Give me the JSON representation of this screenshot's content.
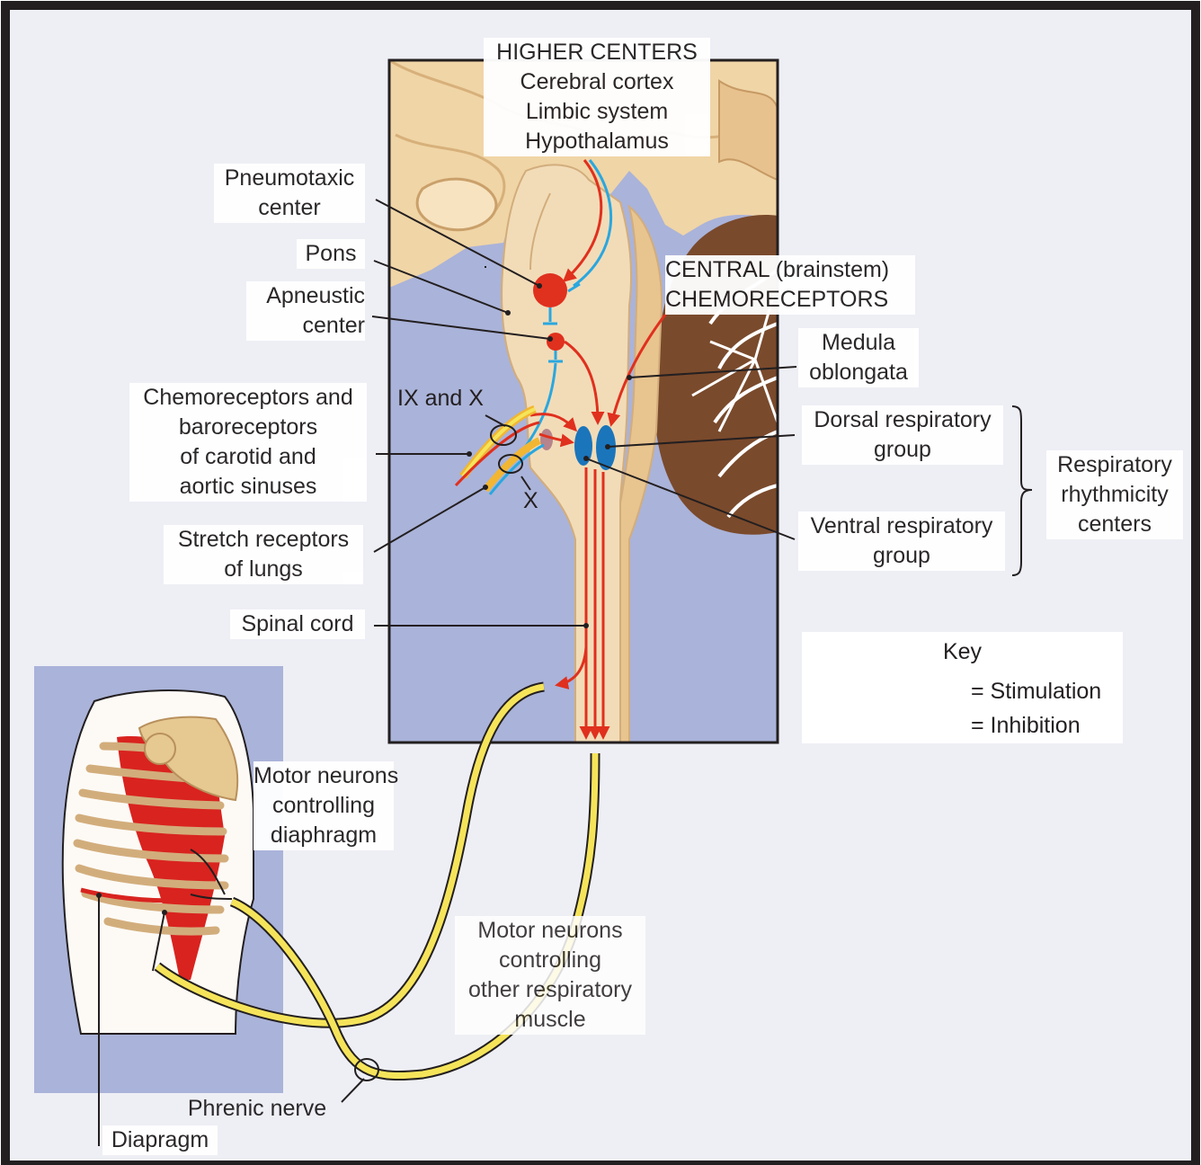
{
  "higher_centers": {
    "lines": [
      "HIGHER CENTERS",
      "Cerebral cortex",
      "Limbic system",
      "Hypothalamus"
    ]
  },
  "labels": {
    "pneumotaxic": [
      "Pneumotaxic",
      "center"
    ],
    "pons": "Pons",
    "apneustic": [
      "Apneustic",
      "center"
    ],
    "chemo_baro": [
      "Chemoreceptors and",
      "baroreceptors",
      "of carotid and",
      "aortic sinuses"
    ],
    "stretch": [
      "Stretch receptors",
      "of lungs"
    ],
    "spinal_cord": "Spinal cord",
    "nerve_ix_x": "IX and X",
    "nerve_x": "X",
    "central_chemo": [
      "CENTRAL (brainstem)",
      "CHEMORECEPTORS"
    ],
    "medulla": [
      "Medula",
      "oblongata"
    ],
    "dorsal": [
      "Dorsal respiratory",
      "group"
    ],
    "ventral": [
      "Ventral respiratory",
      "group"
    ],
    "rhythmicity": [
      "Respiratory",
      "rhythmicity",
      "centers"
    ],
    "motor_diaphragm": [
      "Motor neurons",
      "controlling",
      "diaphragm"
    ],
    "motor_other": [
      "Motor neurons",
      "controlling",
      "other respiratory",
      "muscle"
    ],
    "phrenic": "Phrenic nerve",
    "diaphragm": "Diapragm"
  },
  "key": {
    "title": "Key",
    "stimulation": "= Stimulation",
    "inhibition": "= Inhibition"
  },
  "colors": {
    "background": "#eeeff5",
    "panel_blue": "#aab3d9",
    "stimulation": "#e0301e",
    "inhibition": "#2aa7df",
    "resp_group": "#1b75bb",
    "nerve_yellow": "#f5e45a",
    "brain_tan": "#efd9b4",
    "cerebellum_brown": "#7a4a2c",
    "rib_tan": "#e0c38c",
    "muscle_red": "#d9231f"
  }
}
